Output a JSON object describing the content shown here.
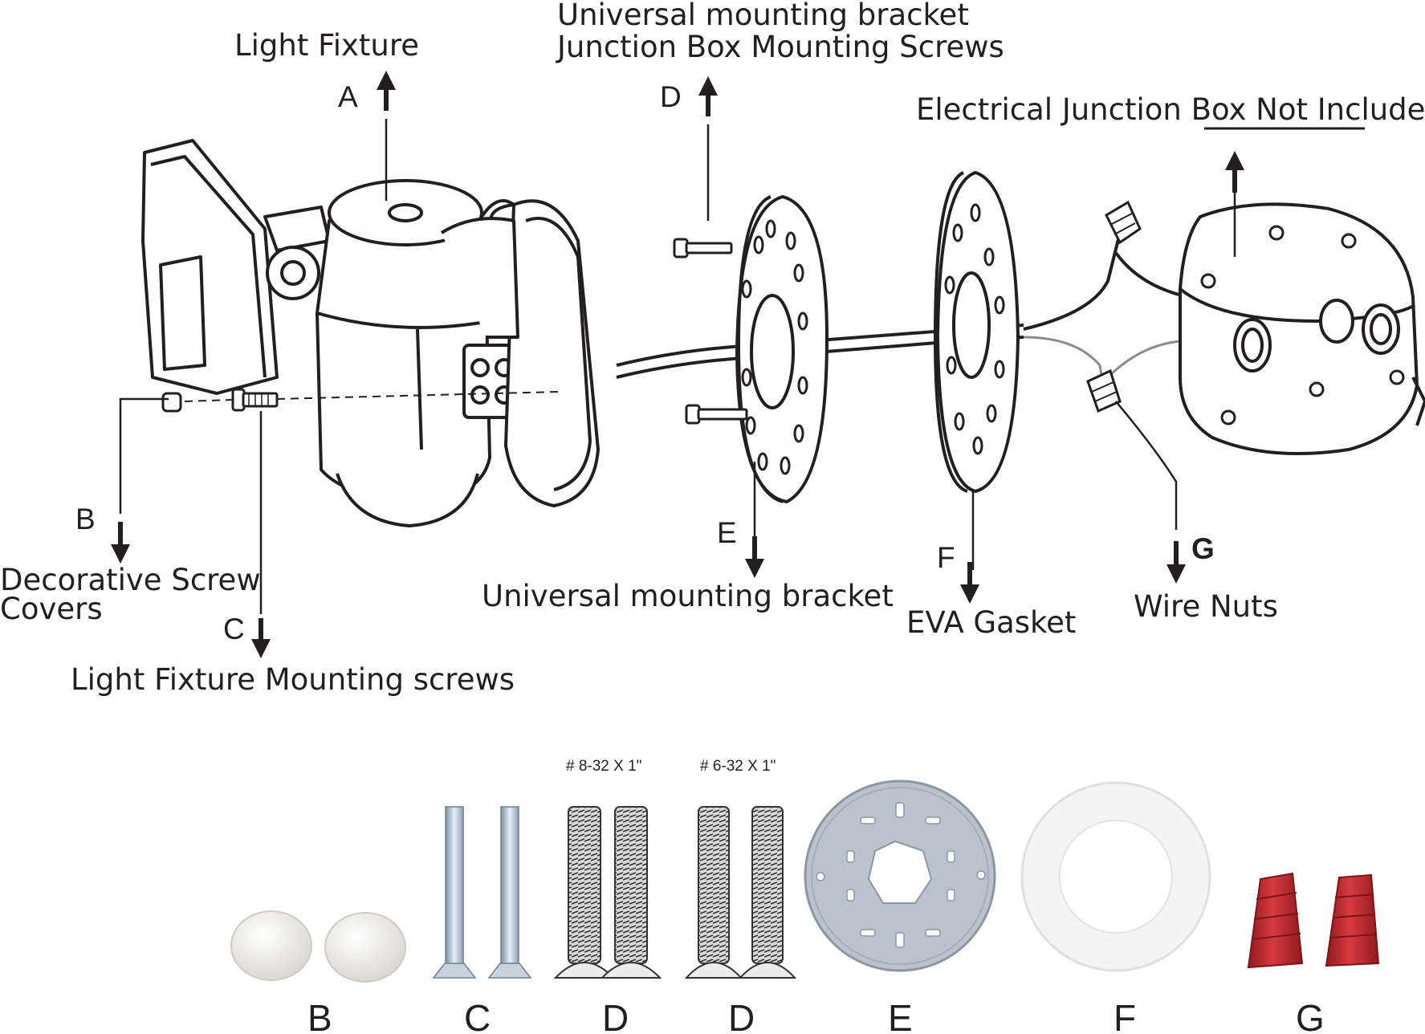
{
  "callouts": {
    "light_fixture": "Light Fixture",
    "bracket_line1": "Universal mounting bracket",
    "bracket_line2": "Junction Box Mounting Screws",
    "junction_box_prefix": "Electrical Junction Box ",
    "junction_box_emphasis": "Not Included",
    "decorative_line1": "Decorative Screw",
    "decorative_line2": "Covers",
    "mounting_screws": "Light Fixture Mounting screws",
    "universal_bracket": "Universal mounting bracket",
    "eva_gasket": "EVA Gasket",
    "wire_nuts": "Wire Nuts"
  },
  "letters": {
    "a": "A",
    "b": "B",
    "c": "C",
    "d": "D",
    "e": "E",
    "f": "F",
    "g": "G"
  },
  "parts": {
    "labels": [
      "B",
      "C",
      "D",
      "D",
      "E",
      "F",
      "G"
    ],
    "screw_spec_1": "# 8-32 X 1\"",
    "screw_spec_2": "# 6-32 X 1\""
  },
  "colors": {
    "ink": "#231f20",
    "screw_cover": "#f2f1ee",
    "bracket_steel": "#b9c3cd",
    "gasket": "#f4f4f4",
    "wire_nut": "#c4262c"
  }
}
